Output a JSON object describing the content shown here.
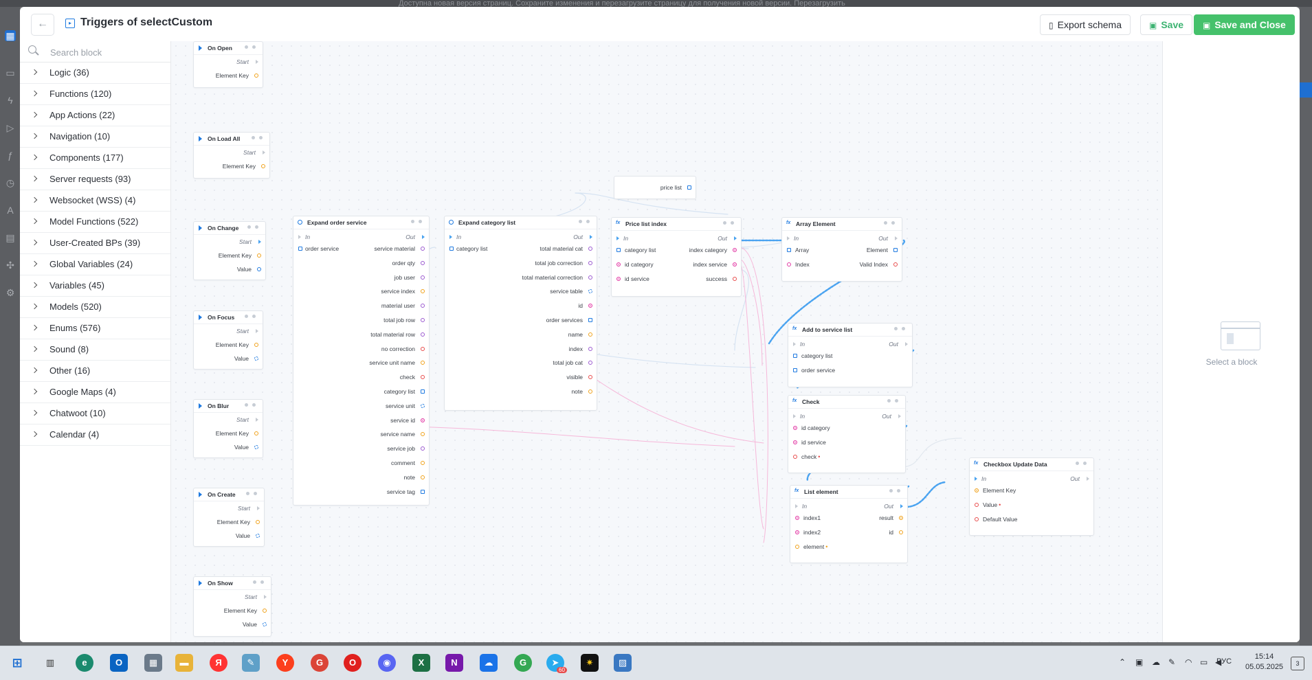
{
  "background": {
    "notice": "Доступна новая версия страниц. Сохраните изменения и перезагрузите страницу для получения новой версии. Перезагрузить"
  },
  "header": {
    "title": "Triggers of selectCustom",
    "export_label": "Export schema",
    "save_label": "Save",
    "save_close_label": "Save and Close"
  },
  "sidebar": {
    "search_placeholder": "Search block",
    "categories": [
      "Logic (36)",
      "Functions (120)",
      "App Actions (22)",
      "Navigation (10)",
      "Components (177)",
      "Server requests (93)",
      "Websocket (WSS) (4)",
      "Model Functions (522)",
      "User-Created BPs (39)",
      "Global Variables (24)",
      "Variables (45)",
      "Models (520)",
      "Enums (576)",
      "Sound (8)",
      "Other (16)",
      "Google Maps (4)",
      "Chatwoot (10)",
      "Calendar (4)"
    ]
  },
  "right_panel": {
    "empty_text": "Select a block"
  },
  "nodes": {
    "on_open": {
      "title": "On Open",
      "start": "Start",
      "element_key": "Element Key"
    },
    "on_load_all": {
      "title": "On Load All",
      "start": "Start",
      "element_key": "Element Key"
    },
    "on_change": {
      "title": "On Change",
      "start": "Start",
      "element_key": "Element Key",
      "value": "Value"
    },
    "on_focus": {
      "title": "On Focus",
      "start": "Start",
      "element_key": "Element Key",
      "value": "Value"
    },
    "on_blur": {
      "title": "On Blur",
      "start": "Start",
      "element_key": "Element Key",
      "value": "Value"
    },
    "on_create": {
      "title": "On Create",
      "start": "Start",
      "element_key": "Element Key",
      "value": "Value"
    },
    "on_show": {
      "title": "On Show",
      "start": "Start",
      "element_key": "Element Key",
      "value": "Value"
    },
    "expand_order_service": {
      "title": "Expand order service",
      "in": "In",
      "out": "Out",
      "input": "order service",
      "outputs": [
        "service material",
        "order qty",
        "job user",
        "service index",
        "material user",
        "total job row",
        "total material row",
        "no correction",
        "service unit name",
        "check",
        "category list",
        "service unit",
        "service id",
        "service name",
        "service job",
        "comment",
        "note",
        "service tag"
      ]
    },
    "expand_category_list": {
      "title": "Expand category list",
      "in": "In",
      "out": "Out",
      "input": "category list",
      "outputs": [
        "total material cat",
        "total job correction",
        "total material correction",
        "service table",
        "id",
        "order services",
        "name",
        "index",
        "total job cat",
        "visible",
        "note"
      ]
    },
    "price_list_var": {
      "label": "price list"
    },
    "price_list_index": {
      "title": "Price list index",
      "in": "In",
      "out": "Out",
      "inputs": [
        "category list",
        "id category",
        "id service"
      ],
      "outputs": [
        "index category",
        "index service",
        "success"
      ]
    },
    "array_element": {
      "title": "Array Element",
      "in": "In",
      "out": "Out",
      "inputs": [
        "Array",
        "Index"
      ],
      "outputs": [
        "Element",
        "Valid Index"
      ]
    },
    "add_to_service_list": {
      "title": "Add to service list",
      "in": "In",
      "out": "Out",
      "inputs": [
        "category list",
        "order service"
      ]
    },
    "check": {
      "title": "Check",
      "in": "In",
      "out": "Out",
      "inputs": [
        "id category",
        "id service",
        "check"
      ]
    },
    "list_element": {
      "title": "List element",
      "in": "In",
      "out": "Out",
      "inputs": [
        "index1",
        "index2",
        "element"
      ],
      "outputs": [
        "result",
        "id"
      ]
    },
    "checkbox_update_data": {
      "title": "Checkbox Update Data",
      "in": "In",
      "out": "Out",
      "inputs": [
        "Element Key",
        "Value",
        "Default Value"
      ]
    }
  },
  "taskbar": {
    "lang": "РУС",
    "time": "15:14",
    "date": "05.05.2025",
    "badge": "60",
    "notif": "3"
  },
  "colors": {
    "accent": "#1f7ae0",
    "save_green": "#45c16b",
    "pin_orange": "#f0a21b",
    "pin_magenta": "#e23aa5",
    "pin_red": "#e84b4b"
  }
}
